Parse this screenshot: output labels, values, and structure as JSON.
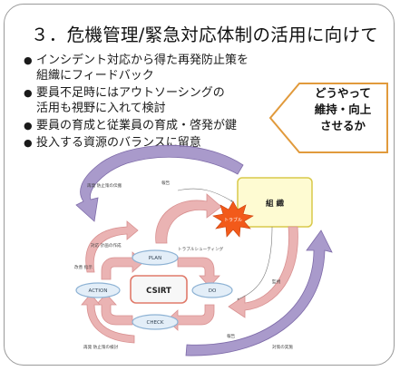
{
  "title": "３．危機管理/緊急対応体制の活用に向けて",
  "bullets": [
    "インシデント対応から得た再発防止策を\n組織にフィードバック",
    "要員不足時にはアウトソーシングの\n活用も視野に入れて検討",
    "要員の育成と従業員の育成・啓発が鍵",
    "投入する資源のバランスに留意"
  ],
  "bullet_mark": "●",
  "callout": "どうやって\n維持・向上\nさせるか",
  "diagram": {
    "organization": "組 織",
    "trouble": "トラブル",
    "center": "CSIRT",
    "plan": "PLAN",
    "do": "DO",
    "check": "CHECK",
    "action": "ACTION",
    "labels": {
      "top_left": "再発 防止策の伝搬",
      "report": "報告",
      "plan_left": "対応 計画の作成",
      "trouble_shooting": "トラブルシューティング",
      "action_left": "改善 指示",
      "monitor": "監視",
      "report_right": "報告",
      "bottom_left": "再発 防止策の検討",
      "bottom_right": "対策の実施"
    }
  },
  "colors": {
    "title_text": "#111111",
    "org_fill": "#fefbd2",
    "org_stroke": "#d9c94a",
    "node_fill": "#e3eef8",
    "node_stroke": "#8db2d4",
    "center_fill": "#f7f7f7",
    "center_stroke": "#e07a6a",
    "trouble_fill": "#f25a1a",
    "callout_stroke": "#e19a3c",
    "big_arrow": "#9a88c2",
    "loop_arrow": "#eab3b3",
    "loop_stroke": "#d89090"
  }
}
